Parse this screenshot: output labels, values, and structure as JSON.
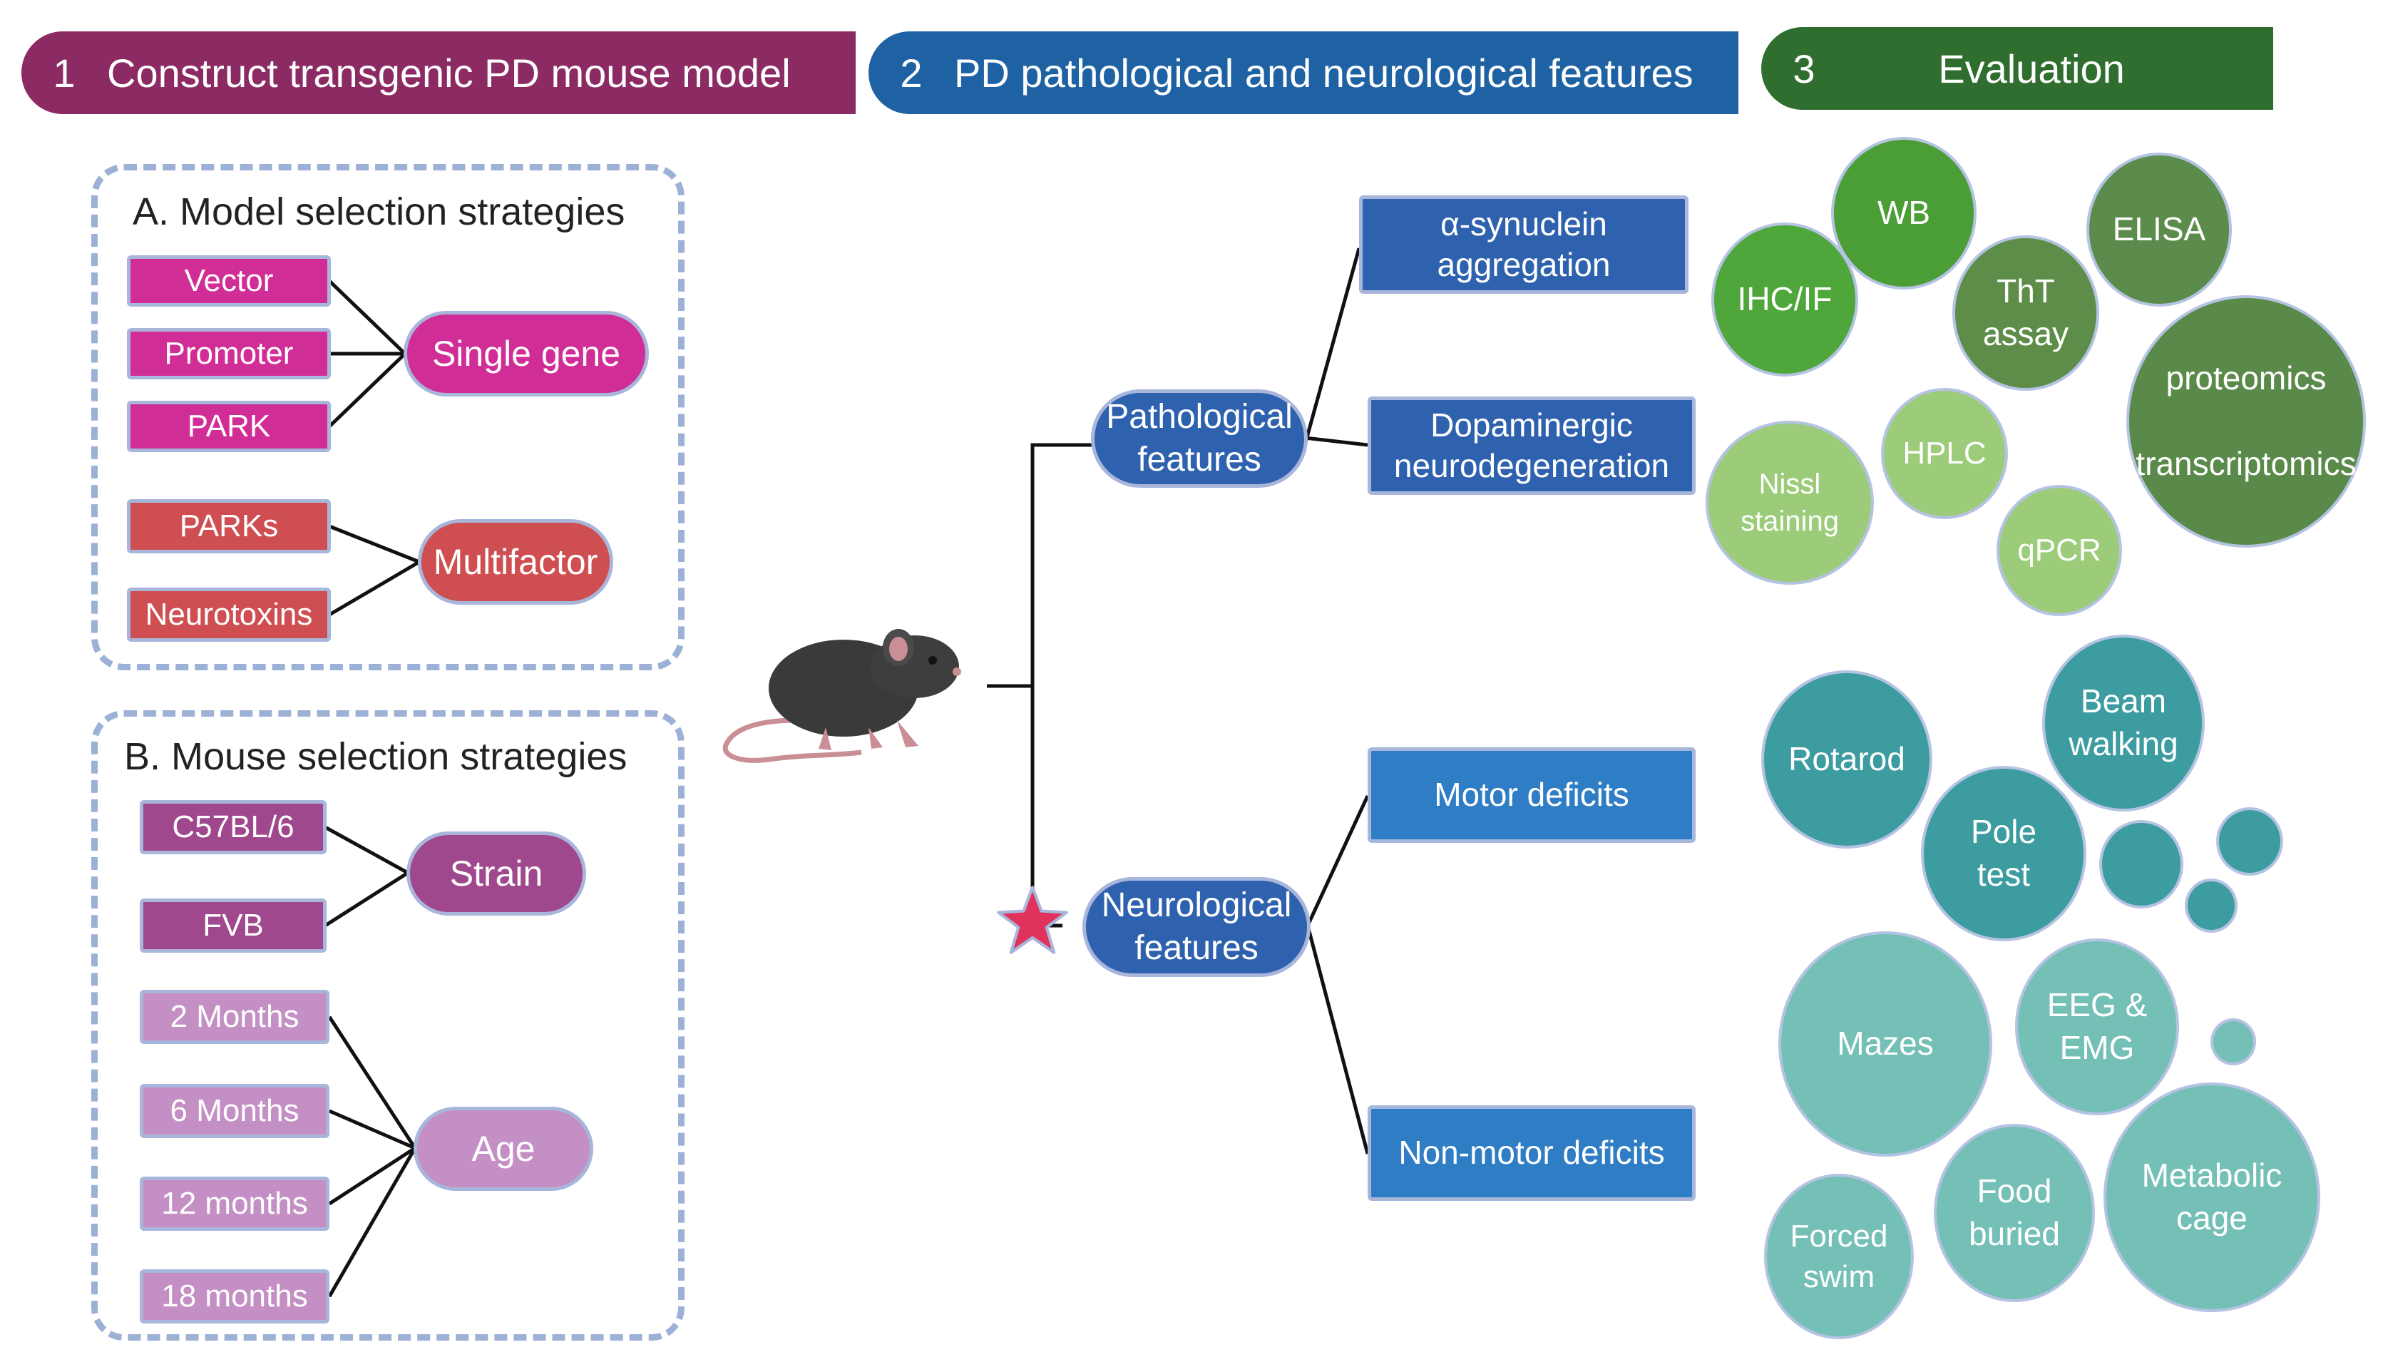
{
  "headers": {
    "h1": {
      "num": "1",
      "label": "Construct  transgenic PD mouse model",
      "color": "#8c2a64"
    },
    "h2": {
      "num": "2",
      "label": "PD pathological and neurological features",
      "color": "#1f62a4"
    },
    "h3": {
      "num": "3",
      "label": "Evaluation",
      "color": "#2f6e2f"
    }
  },
  "panel_a": {
    "title": "A. Model selection strategies",
    "single_gene": {
      "label": "Single gene",
      "items": [
        "Vector",
        "Promoter",
        "PARK"
      ],
      "color": "#d12d96"
    },
    "multifactor": {
      "label": "Multifactor",
      "items": [
        "PARKs",
        "Neurotoxins"
      ],
      "color": "#cf4e52"
    }
  },
  "panel_b": {
    "title": "B. Mouse selection strategies",
    "strain": {
      "label": "Strain",
      "items": [
        "C57BL/6",
        "FVB"
      ],
      "color": "#a0488d"
    },
    "age": {
      "label": "Age",
      "items": [
        "2 Months",
        "6 Months",
        "12 months",
        "18 months"
      ],
      "color": "#c48fc4"
    }
  },
  "features": {
    "pathological": {
      "label": "Pathological\nfeatures",
      "children": [
        "α-synuclein\naggregation",
        "Dopaminergic\nneurodegeneration"
      ]
    },
    "neurological": {
      "label": "Neurological\nfeatures",
      "children": [
        "Motor deficits",
        "Non-motor deficits"
      ]
    }
  },
  "evaluation": {
    "pathological_methods": [
      "WB",
      "IHC/IF",
      "ThT\nassay",
      "ELISA",
      "proteomics\n\ntranscriptomics",
      "Nissl\nstaining",
      "HPLC",
      "qPCR"
    ],
    "motor_methods": [
      "Rotarod",
      "Beam\nwalking",
      "Pole\ntest"
    ],
    "non_motor_methods": [
      "Mazes",
      "EEG &\nEMG",
      "Metabolic\ncage",
      "Food\nburied",
      "Forced\nswim"
    ]
  },
  "icons": {
    "mouse": "mouse-icon",
    "star": "star-icon"
  }
}
